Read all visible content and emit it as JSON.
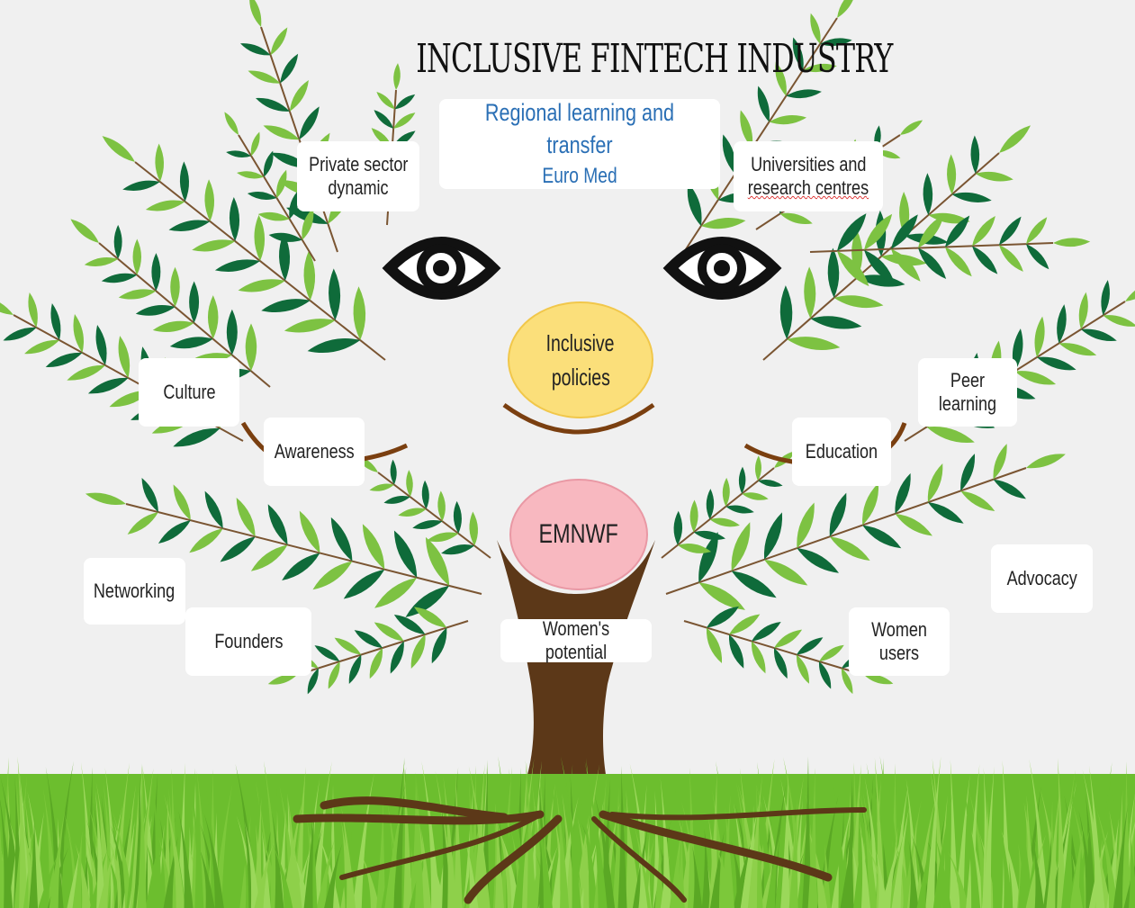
{
  "title": "INCLUSIVE FINTECH INDUSTRY",
  "top_box": {
    "line1": "Regional learning and transfer",
    "line2": "Euro Med"
  },
  "left_top": {
    "line1": "Private sector",
    "line2": "dynamic"
  },
  "right_top": {
    "line1": "Universities and",
    "line2": "research centres"
  },
  "center_yellow": {
    "line1": "Inclusive",
    "line2": "policies"
  },
  "center_pink": "EMNWF",
  "labels": {
    "culture": "Culture",
    "awareness": "Awareness",
    "peer_learning": "Peer learning",
    "education": "Education",
    "networking": "Networking",
    "founders": "Founders",
    "womens_potential": "Women's potential",
    "women_users": "Women users",
    "advocacy": "Advocacy"
  },
  "colors": {
    "background": "#f0f0f0",
    "leaf_light": "#7dc242",
    "leaf_dark": "#0f6b3a",
    "trunk": "#5c3818",
    "grass": "#6cbe2e",
    "yellow_circle": "#fbdf7a",
    "pink_circle": "#f8b8c0",
    "regional_text": "#2a6fb5"
  }
}
